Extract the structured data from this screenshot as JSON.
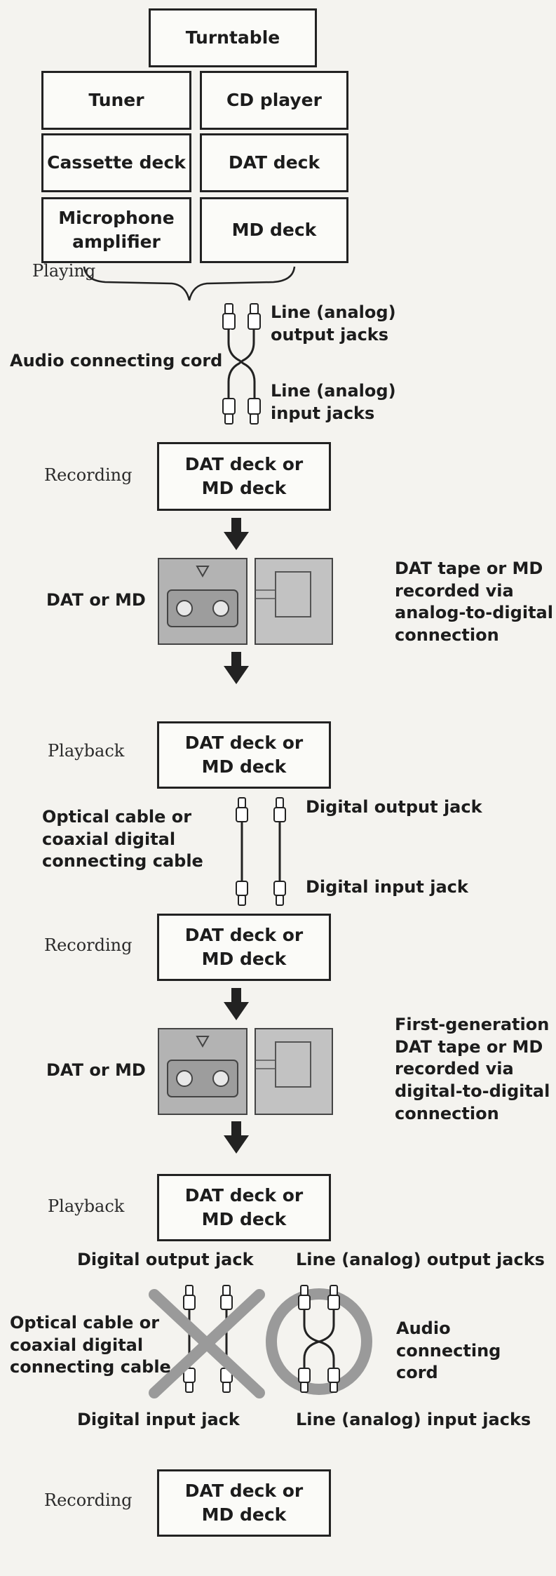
{
  "sources": {
    "turntable": "Turntable",
    "tuner": "Tuner",
    "cd_player": "CD player",
    "cassette_deck": "Cassette deck",
    "dat_deck": "DAT deck",
    "microphone_amplifier": "Microphone\namplifier",
    "md_deck": "MD deck"
  },
  "stage_labels": {
    "playing": "Playing",
    "recording_1": "Recording",
    "playback_1": "Playback",
    "recording_2": "Recording",
    "playback_2": "Playback",
    "recording_3": "Recording"
  },
  "deck_label": "DAT deck or\nMD deck",
  "media_label": "DAT or MD",
  "analog_section": {
    "output_jacks": "Line (analog)\noutput jacks",
    "cord": "Audio connecting cord",
    "input_jacks": "Line (analog)\ninput jacks"
  },
  "first_media_note": "DAT tape or MD\nrecorded via\nanalog-to-digital\nconnection",
  "digital_section": {
    "cable": "Optical cable or\ncoaxial digital\nconnecting cable",
    "output_jack": "Digital output jack",
    "input_jack": "Digital input jack"
  },
  "second_media_note": "First-generation\nDAT tape or MD\nrecorded via\ndigital-to-digital\nconnection",
  "final_section": {
    "digital_output": "Digital output jack",
    "line_output": "Line (analog) output jacks",
    "cable": "Optical cable or\ncoaxial digital\nconnecting cable",
    "cord": "Audio connecting\ncord",
    "digital_input": "Digital input jack",
    "line_input": "Line (analog) input jacks"
  },
  "colors": {
    "box_border": "#222222",
    "cassette_fill": "#b3b3b3",
    "media_fill": "#bdbdbd",
    "page_background": "#f4f3ef"
  }
}
